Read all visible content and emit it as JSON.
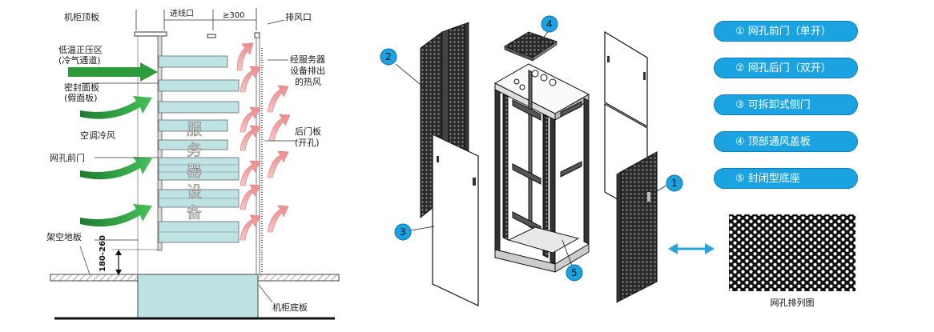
{
  "left_diagram": {
    "labels": {
      "cabinet_top": "机柜顶板",
      "cable_inlet": "进线口",
      "gap": "≥300",
      "exhaust_port": "排风口",
      "low_temp_zone": "低温正压区",
      "cold_aisle": "(冷气通道)",
      "blanking_panel": "密封面板",
      "dummy_panel": "(假面板)",
      "ac_cold_air": "空调冷风",
      "mesh_front_door": "网孔前门",
      "raised_floor": "架空地板",
      "cabinet_base": "机柜底板",
      "server_hot_air_1": "经服务器",
      "server_hot_air_2": "设备排出",
      "server_hot_air_3": "的热风",
      "rear_door": "后门板",
      "rear_door_note": "(开孔)",
      "height_range": "180-260"
    },
    "server_text": [
      "服",
      "务",
      "器",
      "设",
      "备"
    ]
  },
  "exploded_view": {
    "callouts": [
      "1",
      "2",
      "3",
      "4",
      "5"
    ]
  },
  "legend": [
    "① 网孔前门（单开）",
    "② 网孔后门（双开）",
    "③ 可拆卸式侧门",
    "④ 顶部通风盖板",
    "⑤ 封闭型底座"
  ],
  "mesh_caption": "网孔排列图",
  "colors": {
    "server_fill": "#bfe3e3",
    "cold_arrow": "#2e9b3a",
    "hot_arrow": "#f2a0a0",
    "legend_bg": "#1aa3e0",
    "callout_bg": "#1aa3e0"
  }
}
